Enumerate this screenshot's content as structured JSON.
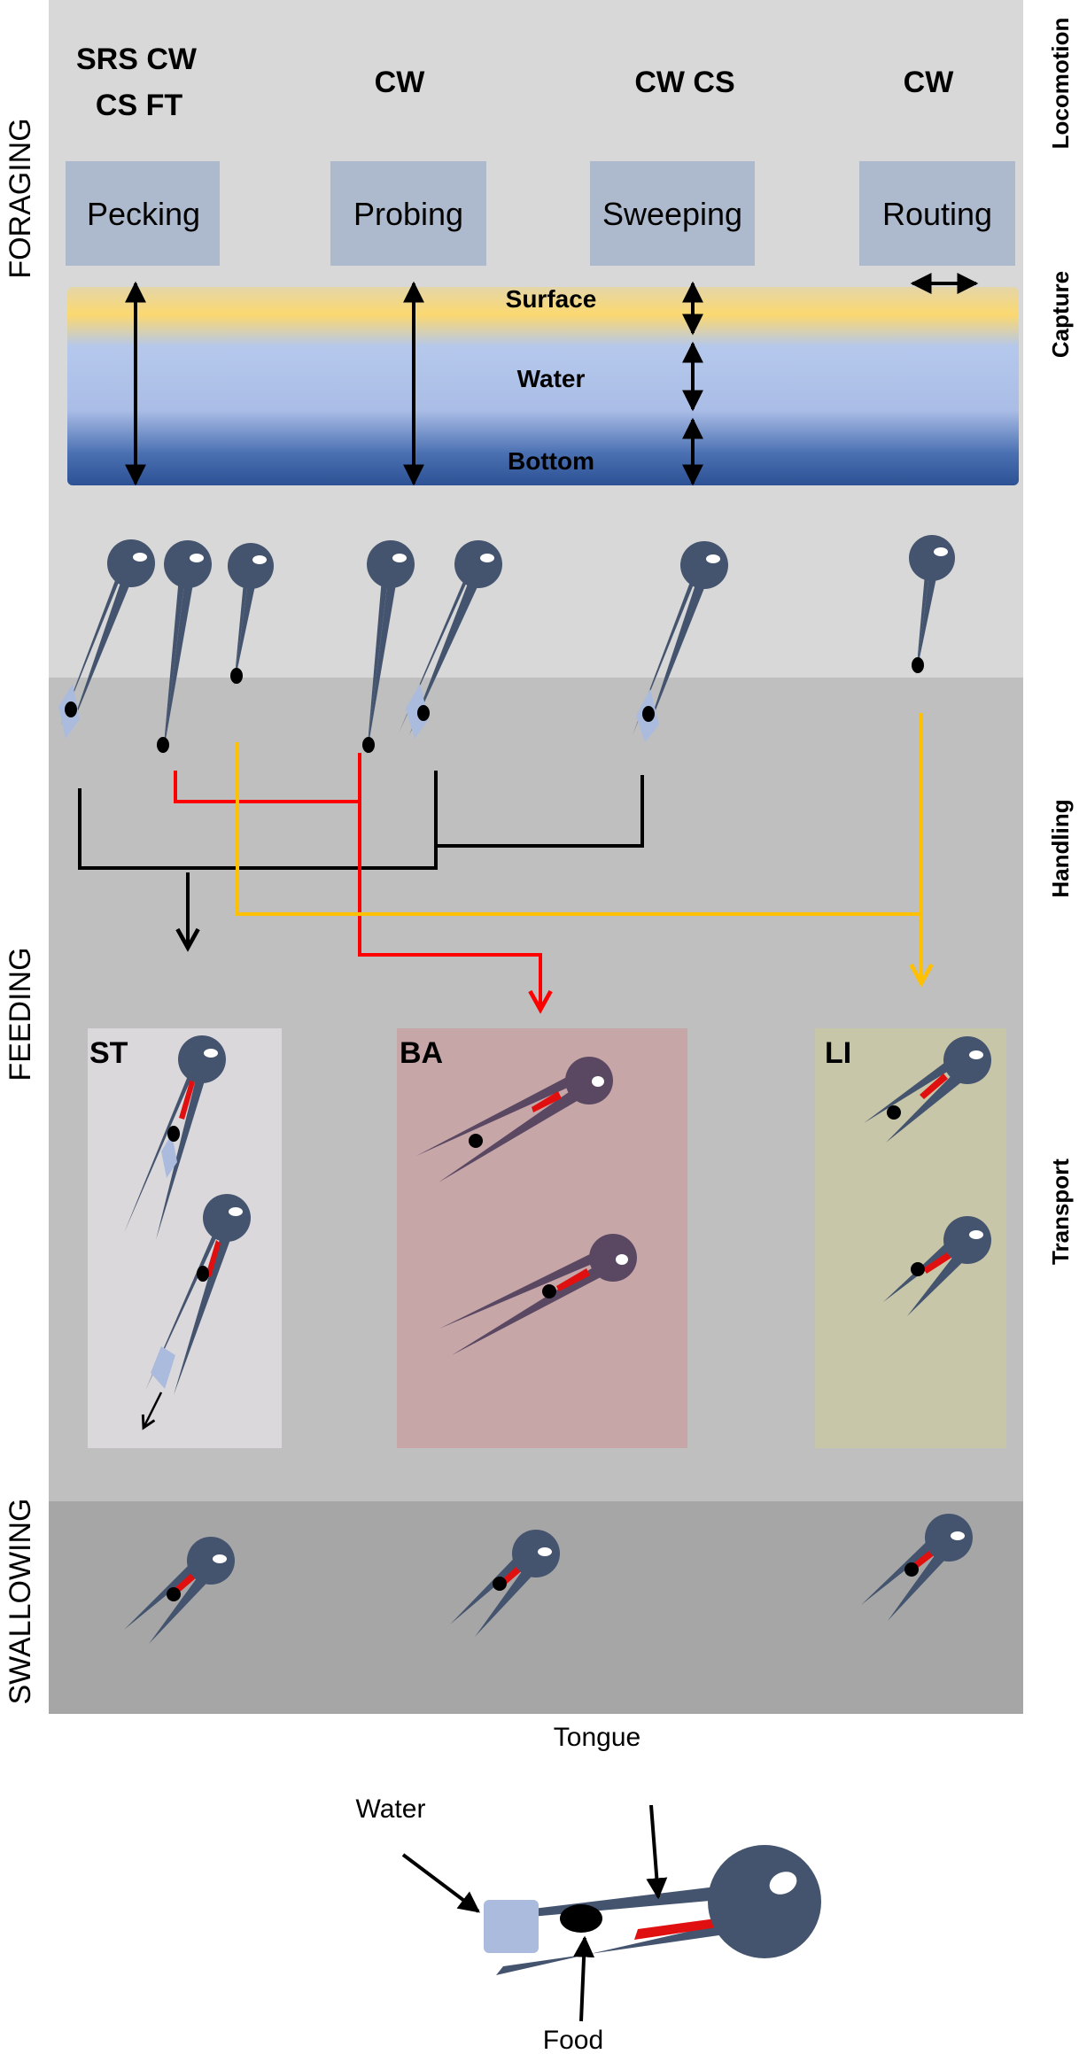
{
  "stages": {
    "foraging": "FORAGING",
    "feeding": "FEEDING",
    "swallowing": "SWALLOWING"
  },
  "phases": {
    "locomotion": "Locomotion",
    "capture": "Capture",
    "handling": "Handling",
    "transport": "Transport"
  },
  "locomotion_codes": {
    "pecking_line1": "SRS CW",
    "pecking_line2": "CS FT",
    "probing": "CW",
    "sweeping": "CW CS",
    "routing": "CW"
  },
  "techniques": {
    "pecking": "Pecking",
    "probing": "Probing",
    "sweeping": "Sweeping",
    "routing": "Routing"
  },
  "layers": {
    "surface": "Surface",
    "water": "Water",
    "bottom": "Bottom"
  },
  "transport_modes": {
    "st": "ST",
    "ba": "BA",
    "li": "LI"
  },
  "legend": {
    "tongue": "Tongue",
    "water": "Water",
    "food": "Food"
  },
  "colors": {
    "beak": "#44546e",
    "food": "#000000",
    "water": "#aabbdd",
    "tongue": "#e01010",
    "arrow_red": "#ff0000",
    "arrow_yellow": "#ffc000",
    "arrow_black": "#000000"
  }
}
